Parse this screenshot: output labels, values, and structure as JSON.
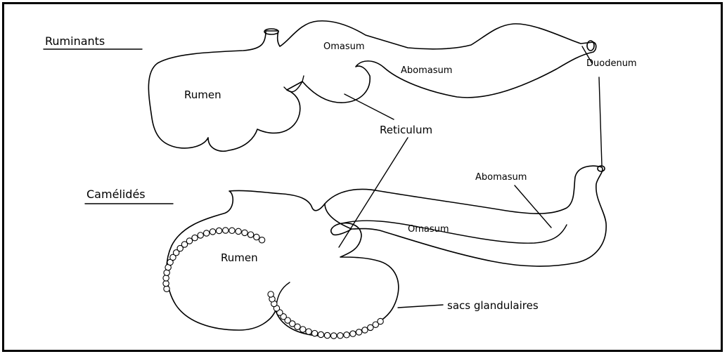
{
  "ruminants": {
    "heading": "Ruminants",
    "rumen": "Rumen",
    "omasum": "Omasum",
    "abomasum": "Abomasum",
    "reticulum": "Reticulum",
    "duodenum": "Duodenum"
  },
  "camelides": {
    "heading": "Camélidés",
    "rumen": "Rumen",
    "omasum": "Omasum",
    "abomasum": "Abomasum",
    "sacs": "sacs glandulaires"
  }
}
